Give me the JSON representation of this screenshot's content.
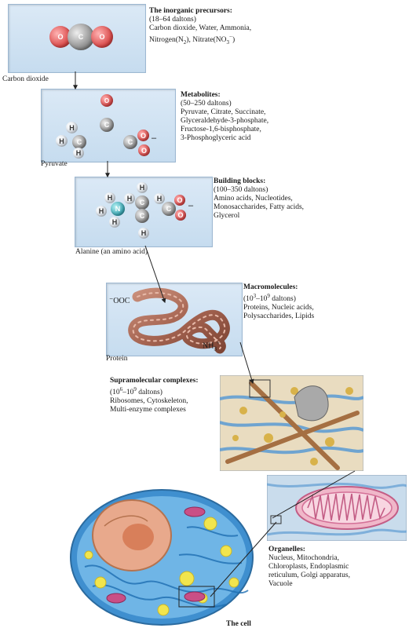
{
  "levels": {
    "inorganic": {
      "title": "The inorganic precursors:",
      "mass": "(18–64 daltons)",
      "line1": "Carbon dioxide, Water, Ammonia,",
      "line2a": "Nitrogen(N",
      "line2b": "2",
      "line2c": "), Nitrate(NO",
      "line2d": "3",
      "line2e": "−",
      "line2f": ")",
      "caption": "Carbon dioxide"
    },
    "metabolites": {
      "title": "Metabolites:",
      "mass": "(50–250 daltons)",
      "line1": "Pyruvate, Citrate, Succinate,",
      "line2": "Glyceraldehyde-3-phosphate,",
      "line3": "Fructose-1,6-bisphosphate,",
      "line4": "3-Phosphoglyceric acid",
      "caption": "Pyruvate"
    },
    "building_blocks": {
      "title": "Building blocks:",
      "mass": "(100–350 daltons)",
      "line1": "Amino acids, Nucleotides,",
      "line2": "Monosaccharides, Fatty acids,",
      "line3": "Glycerol",
      "caption": "Alanine (an amino acid)"
    },
    "macromolecules": {
      "title": "Macromolecules:",
      "mass_a": "(10",
      "mass_b": "3",
      "mass_c": "–10",
      "mass_d": "9",
      "mass_e": " daltons)",
      "line1": "Proteins, Nucleic acids,",
      "line2": "Polysaccharides, Lipids",
      "caption": "Protein",
      "n_term": "⁻OOC",
      "c_term_a": "NH",
      "c_term_b": "3",
      "c_term_c": "+"
    },
    "supramolecular": {
      "title": "Supramolecular complexes:",
      "mass_a": "(10",
      "mass_b": "6",
      "mass_c": "–10",
      "mass_d": "9",
      "mass_e": " daltons)",
      "line1": "Ribosomes, Cytoskeleton,",
      "line2": "Multi-enzyme complexes"
    },
    "organelles": {
      "title": "Organelles:",
      "line1": "Nucleus, Mitochondria,",
      "line2": "Chloroplasts, Endoplasmic",
      "line3": "reticulum, Golgi apparatus,",
      "line4": "Vacuole"
    },
    "cell": {
      "caption": "The cell"
    }
  },
  "atoms": {
    "o": "O",
    "c": "C",
    "h": "H",
    "n": "N",
    "minus": "–"
  },
  "colors": {
    "panel": "#c6dcef",
    "oxygen": "#d94848",
    "carbon": "#8a8a8a",
    "nitrogen": "#3aa7b4",
    "hydrogen": "#dfe6ee"
  }
}
